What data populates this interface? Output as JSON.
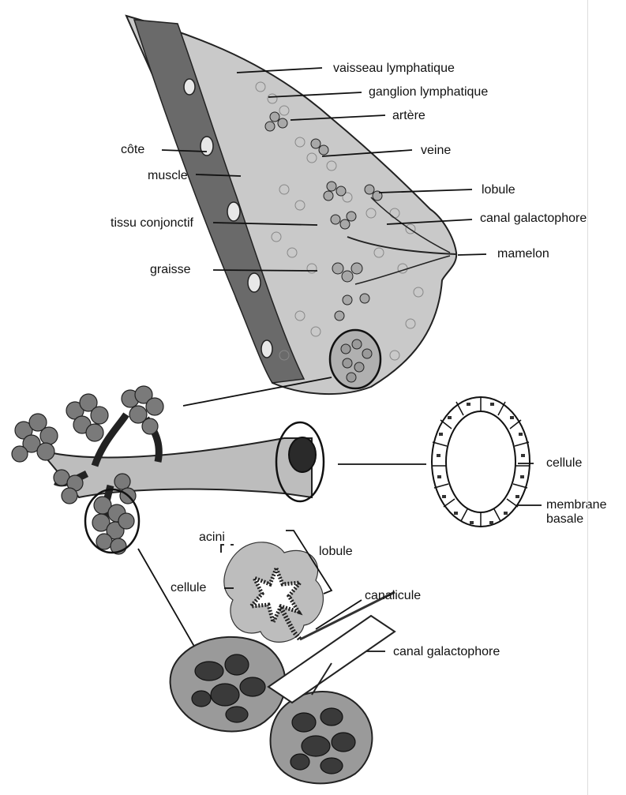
{
  "labels": {
    "vaisseau_lymphatique": "vaisseau lymphatique",
    "ganglion_lymphatique": "ganglion lymphatique",
    "artere": "artère",
    "veine": "veine",
    "cote": "côte",
    "muscle": "muscle",
    "lobule_top": "lobule",
    "tissu_conjonctif": "tissu conjonctif",
    "canal_galactophore_top": "canal galactophore",
    "mamelon": "mamelon",
    "graisse": "graisse",
    "cellule_right": "cellule",
    "membrane_line1": "membrane",
    "membrane_line2": "basale",
    "acini": "acini",
    "lobule_bottom": "lobule",
    "cellule_left": "cellule",
    "canalicule": "canalicule",
    "canal_galactophore_bottom": "canal galactophore"
  },
  "colors": {
    "ink": "#111111",
    "tissue": "#bdbdbd",
    "dark_tissue": "#555555",
    "acinus_fill": "#9a9a9a",
    "acinus_dark": "#2e2e2e",
    "cell_nucleus": "#333333"
  }
}
